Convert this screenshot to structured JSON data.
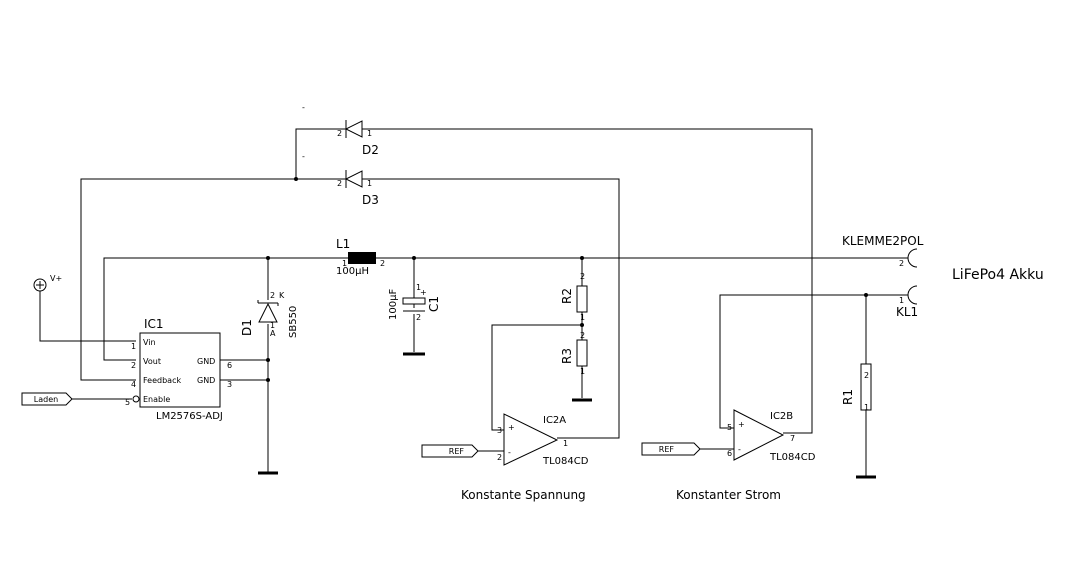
{
  "labels": {
    "vplus": "V+",
    "ic1_name": "IC1",
    "ic1_part": "LM2576S-ADJ",
    "ic1_vin": "Vin",
    "ic1_vout": "Vout",
    "ic1_feedback": "Feedback",
    "ic1_enable": "Enable",
    "ic1_gnd_a": "GND",
    "ic1_gnd_b": "GND",
    "laden": "Laden",
    "d1": "D1",
    "d1_part": "SB550",
    "d1_k": "K",
    "d1_a": "A",
    "d2": "D2",
    "d3": "D3",
    "l1": "L1",
    "l1_value": "100µH",
    "c1": "C1",
    "c1_value": "100µF",
    "r1": "R1",
    "r2": "R2",
    "r3": "R3",
    "ic2a": "IC2A",
    "ic2a_part": "TL084CD",
    "ic2b": "IC2B",
    "ic2b_part": "TL084CD",
    "ref_a": "REF",
    "ref_b": "REF",
    "klemme": "KLEMME2POL",
    "kl1": "KL1",
    "akku": "LiFePo4 Akku",
    "konst_spannung": "Konstante Spannung",
    "konst_strom": "Konstanter Strom",
    "minus": "-",
    "plus": "+",
    "pins": {
      "p1": "1",
      "p2": "2",
      "p3": "3",
      "p4": "4",
      "p5": "5",
      "p6": "6",
      "p7": "7"
    }
  }
}
